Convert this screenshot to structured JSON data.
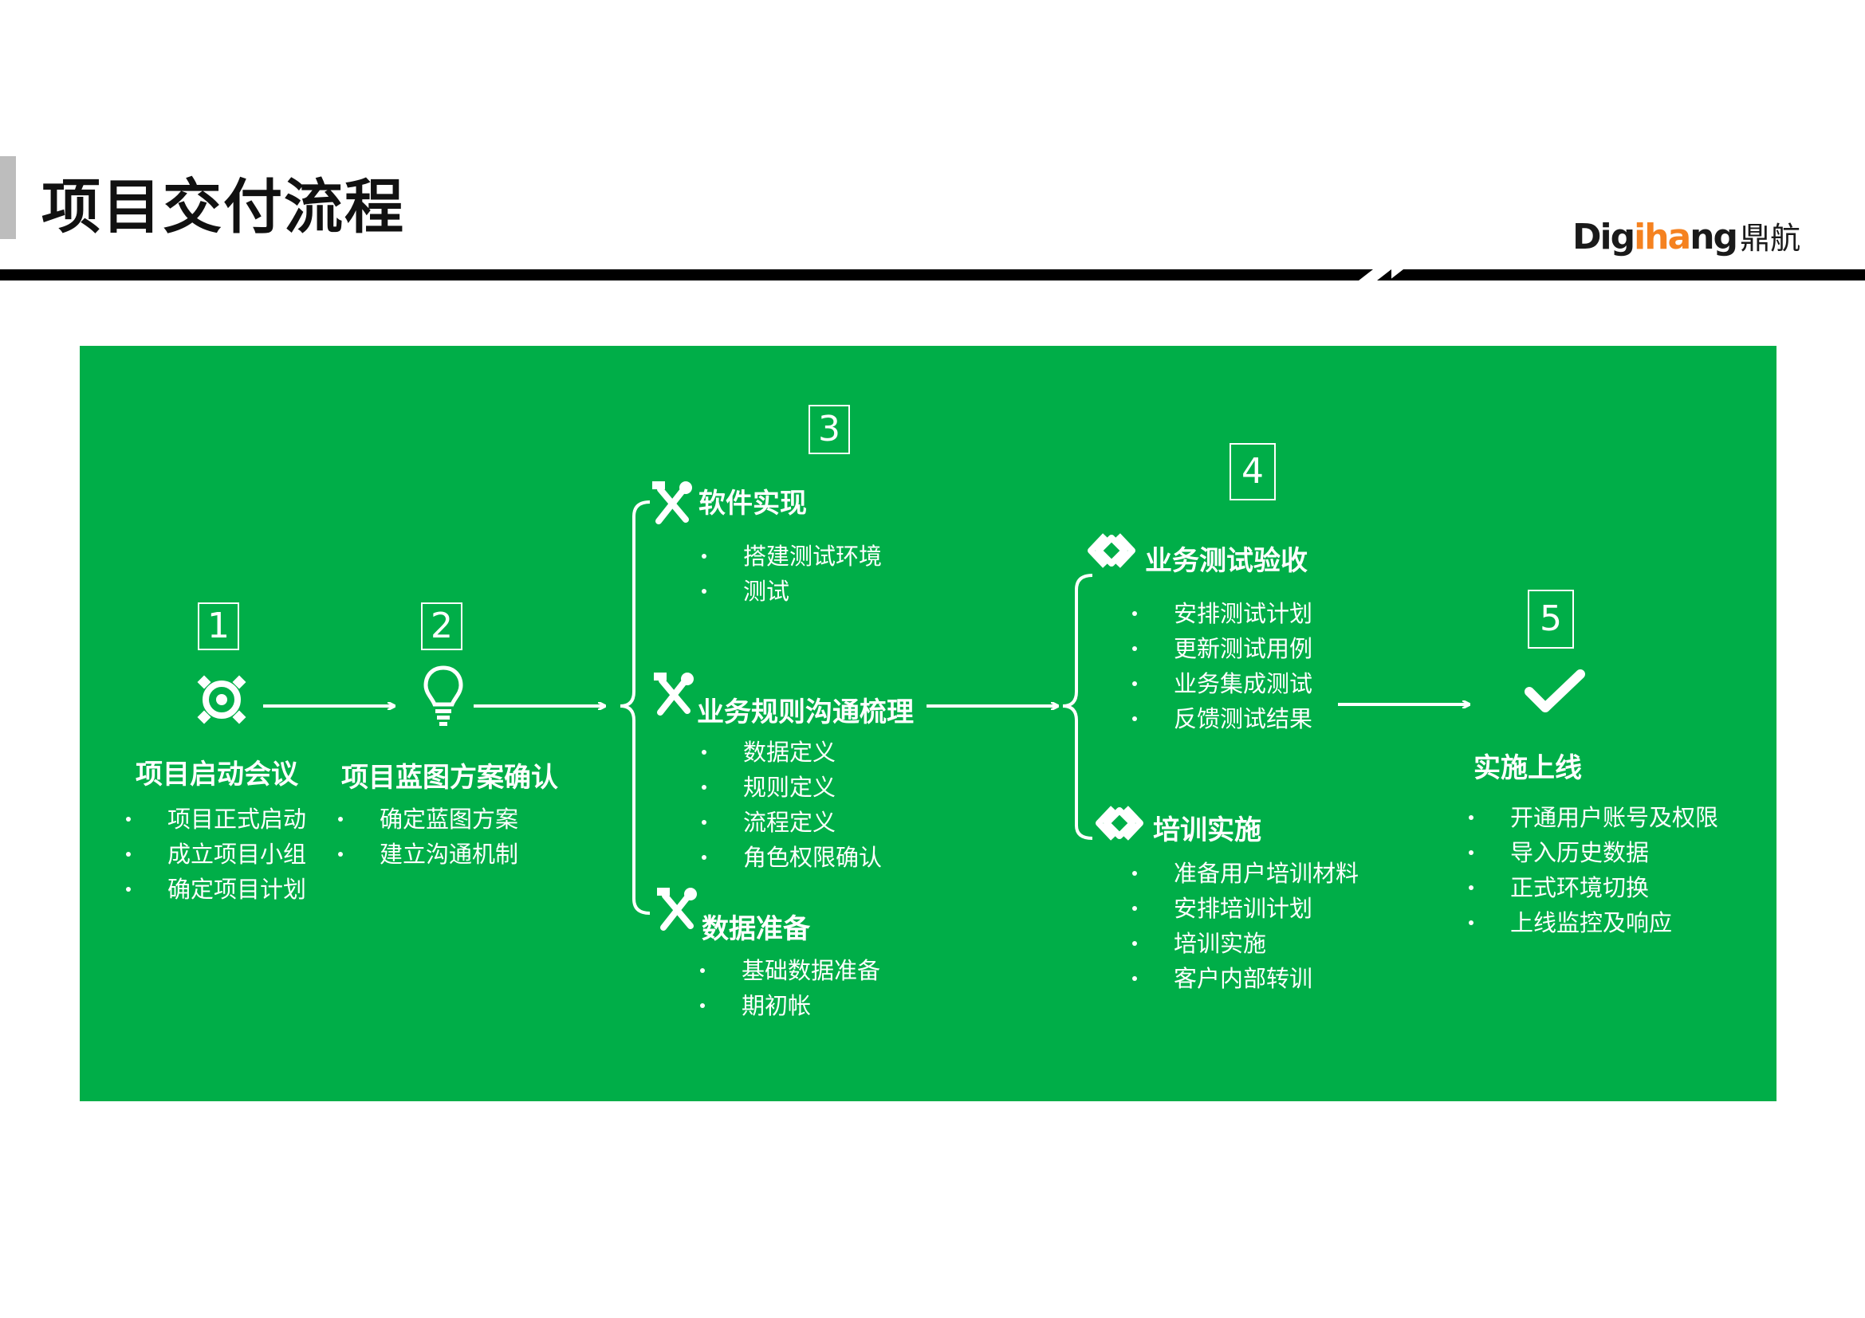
{
  "header": {
    "title": "项目交付流程",
    "logo_en_pre": "Dig",
    "logo_en_hi": "i",
    "logo_en_mid": "h",
    "logo_en_hi2": "a",
    "logo_en_post": "ng",
    "logo_cn": "鼎航"
  },
  "colors": {
    "panel_green": "#00ae48",
    "accent_gray": "#bdbdbd",
    "logo_orange": "#f58220"
  },
  "stages": {
    "s1": {
      "number": "1",
      "title": "项目启动会议",
      "icon": "gear-icon",
      "items": [
        "项目正式启动",
        "成立项目小组",
        "确定项目计划"
      ]
    },
    "s2": {
      "number": "2",
      "title": "项目蓝图方案确认",
      "icon": "lightbulb-icon",
      "items": [
        "确定蓝图方案",
        "建立沟通机制"
      ]
    },
    "s3": {
      "number": "3",
      "groups": [
        {
          "title": "软件实现",
          "icon": "tools-icon",
          "items": [
            "搭建测试环境",
            "测试"
          ]
        },
        {
          "title": "业务规则沟通梳理",
          "icon": "tools-icon",
          "items": [
            "数据定义",
            "规则定义",
            "流程定义",
            "角色权限确认"
          ]
        },
        {
          "title": "数据准备",
          "icon": "tools-icon",
          "items": [
            "基础数据准备",
            "期初帐"
          ]
        }
      ]
    },
    "s4": {
      "number": "4",
      "groups": [
        {
          "title": "业务测试验收",
          "icon": "link-icon",
          "items": [
            "安排测试计划",
            "更新测试用例",
            "业务集成测试",
            "反馈测试结果"
          ]
        },
        {
          "title": "培训实施",
          "icon": "link-icon",
          "items": [
            "准备用户培训材料",
            "安排培训计划",
            "培训实施",
            "客户内部转训"
          ]
        }
      ]
    },
    "s5": {
      "number": "5",
      "title": "实施上线",
      "icon": "checkmark-icon",
      "items": [
        "开通用户账号及权限",
        "导入历史数据",
        "正式环境切换",
        "上线监控及响应"
      ]
    }
  }
}
